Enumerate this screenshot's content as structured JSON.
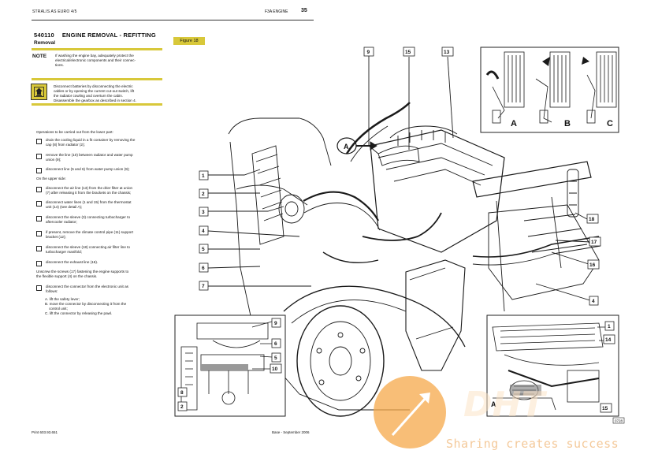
{
  "header": {
    "left": "STRALIS AS EURO 4/5",
    "right": "F3A ENGINE",
    "page": "35"
  },
  "section": {
    "code": "540110",
    "title": "ENGINE REMOVAL - REFITTING",
    "subtitle": "Removal"
  },
  "note": {
    "label": "NOTE",
    "lines": [
      "If washing the engine bay, adequately protect the",
      "electrical/electronic components and their connec-",
      "tions."
    ]
  },
  "warning": {
    "lines": [
      "Disconnect batteries by disconnecting the electric",
      "cables or by opening the current cut-out switch, lift",
      "the radiator cowling and overturn the cabin.",
      "Disassemble the gearbox as described in section 4."
    ]
  },
  "intro": "Operations to be carried out from the lower part:",
  "steps_lower": [
    [
      "drain the cooling liquid in a fit container by removing the",
      "cap (8) from radiator (2);"
    ],
    [
      "remove the line (10) between radiator and water pump",
      "union (9);"
    ],
    [
      "disconnect line (5 and 6) from water pump union (9);"
    ]
  ],
  "upper_label": "On the upper side:",
  "steps_upper": [
    [
      "disconnect the air line (13) from the drier filter at union",
      "(7) after releasing it from the brackets on the chassis;"
    ],
    [
      "disconnect water lines (1 and 15) from the thermostat",
      "unit (14) (see detail A);"
    ],
    [
      "disconnect the sleeve (3) connecting turbocharger to",
      "aftercooler radiator;"
    ],
    [
      "if present, remove the climate control pipe (11) support",
      "bracket (12);"
    ],
    [
      "disconnect the sleeve (18) connecting air filter line to",
      "turbocharger manifold;"
    ],
    [
      "disconnect the exhaust line (16)."
    ]
  ],
  "unscrew_text": [
    "Unscrew the screws (17) fastening the engine supports to",
    "the flexible support (4) on the chassis."
  ],
  "step_connector": [
    "disconnect the connector from the electronic unit as",
    "follows:"
  ],
  "sub_steps": [
    "A. lift the safety lever;",
    "B. move the connector by disconnecting it from the",
    "    control unit;",
    "C. lift the connector by releasing the pawl."
  ],
  "figure": {
    "label": "Figure 18",
    "detail_letters": [
      "A",
      "B",
      "C"
    ],
    "callout_A": "A",
    "callouts_left": [
      "1",
      "2",
      "3",
      "4",
      "5",
      "6",
      "7"
    ],
    "callouts_top": [
      "9",
      "15",
      "13"
    ],
    "callouts_right": [
      "18",
      "17",
      "16",
      "4"
    ],
    "inset_bl_callouts": [
      "9",
      "6",
      "5",
      "10",
      "8",
      "2"
    ],
    "inset_br_callouts": [
      "1",
      "14",
      "A",
      "15"
    ],
    "inset_br_ref": "0728"
  },
  "footer": {
    "left": "Print 603.93.651",
    "right": "Base - September 2006"
  },
  "watermark": {
    "text": "Sharing creates success",
    "logo": "DHT",
    "color": "#f4b060"
  }
}
